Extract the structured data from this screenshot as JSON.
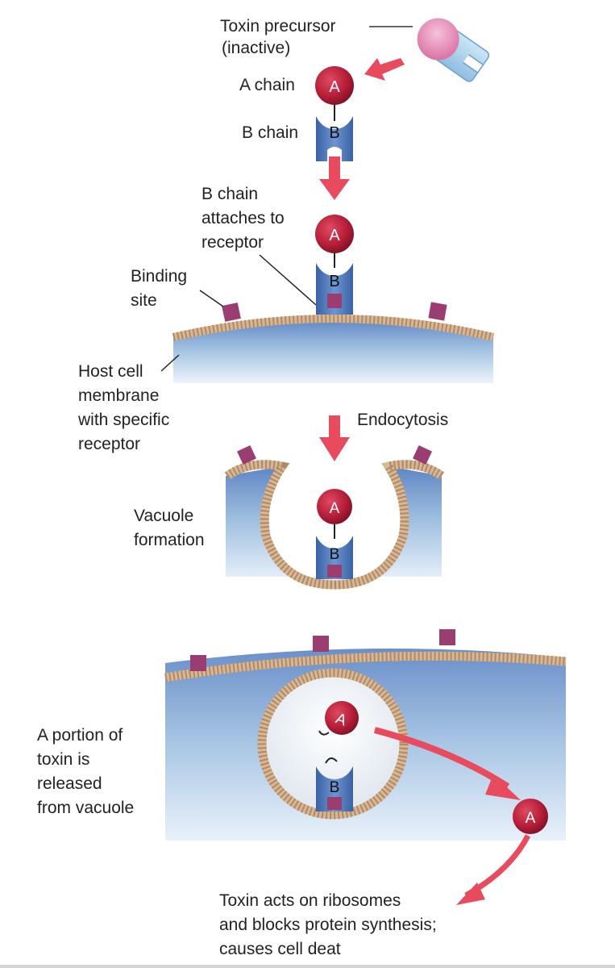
{
  "labels": {
    "toxin_precursor": "Toxin precursor",
    "inactive": "(inactive)",
    "a_chain": "A chain",
    "b_chain": "B chain",
    "b_attaches": [
      "B chain",
      "attaches to",
      "receptor"
    ],
    "binding_site": [
      "Binding",
      "site"
    ],
    "host_membrane": [
      "Host cell",
      "membrane",
      "with specific",
      "receptor"
    ],
    "endocytosis": "Endocytosis",
    "vacuole_formation": [
      "Vacuole",
      "formation"
    ],
    "a_portion": [
      "A portion of",
      "toxin is",
      "released",
      "from vacuole"
    ],
    "toxin_acts": [
      "Toxin acts on ribosomes",
      "and blocks protein synthesis;",
      "causes cell deat"
    ]
  },
  "glyphs": {
    "a": "A",
    "b": "B"
  },
  "colors": {
    "toxin_a": "#b81f3a",
    "toxin_b": "#4a73b3",
    "receptor": "#9a3e72",
    "arrow": "#e84a5e",
    "membrane": "#d8b796",
    "cytoplasm": "#9fbfe0",
    "precursor_pink": "#e68bb6",
    "precursor_blue": "#9fcbe8"
  }
}
